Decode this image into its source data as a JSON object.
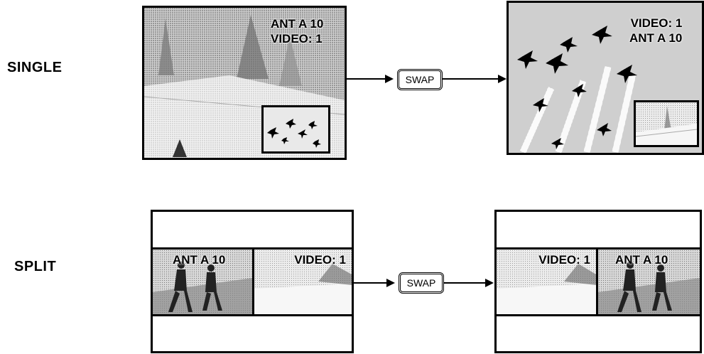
{
  "rows": {
    "single": {
      "label": "SINGLE"
    },
    "split": {
      "label": "SPLIT"
    }
  },
  "buttons": {
    "swap_single": "SWAP",
    "swap_split": "SWAP"
  },
  "single_before": {
    "line1": "ANT A 10",
    "line2": "VIDEO: 1"
  },
  "single_after": {
    "line1": "VIDEO: 1",
    "line2": "ANT  A 10"
  },
  "split_before": {
    "left": "ANT  A 10",
    "right": "VIDEO: 1"
  },
  "split_after": {
    "left": "VIDEO: 1",
    "right": "ANT  A 10"
  },
  "icons": {
    "plane": "airplane-icon",
    "tree": "tree-icon",
    "hiker": "hiker-icon"
  }
}
